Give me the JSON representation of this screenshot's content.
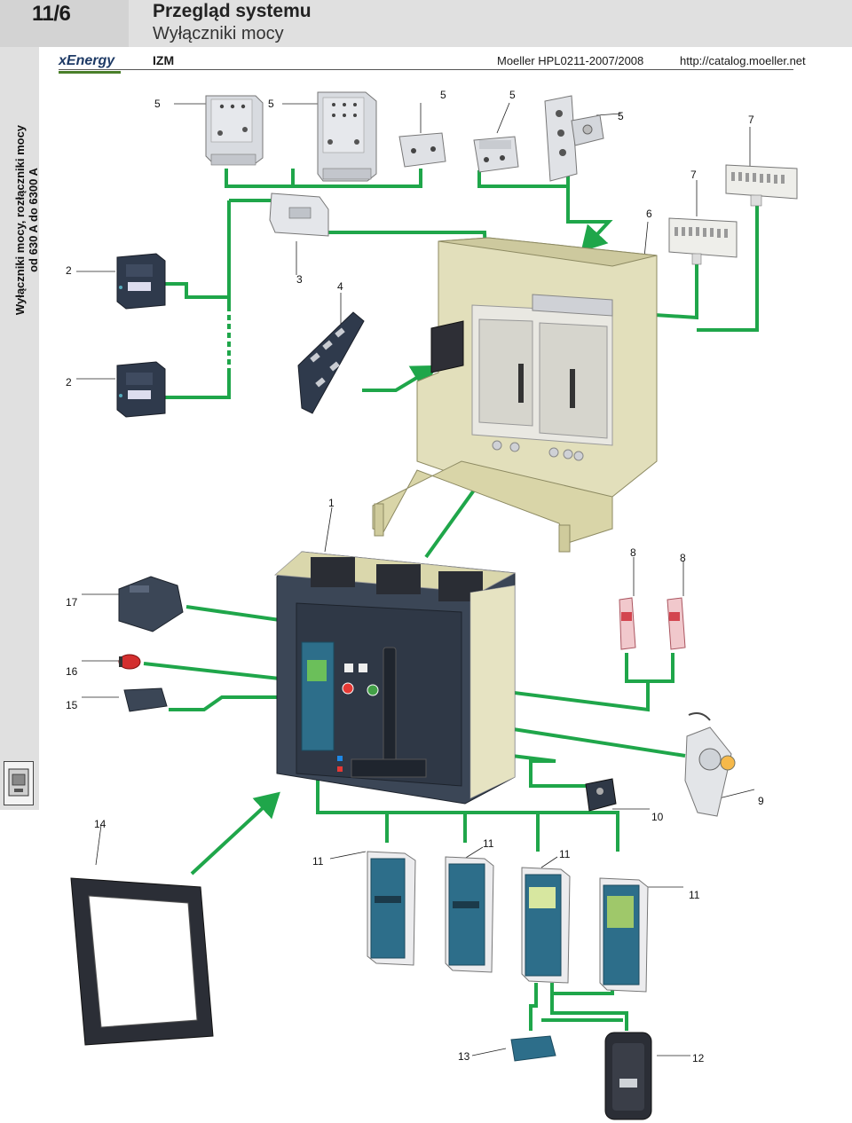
{
  "header": {
    "page_number": "11/6",
    "title": "Przegląd systemu",
    "subtitle": "Wyłączniki mocy"
  },
  "subheader": {
    "brand": "xEnergy",
    "series": "IZM",
    "catalog": "Moeller HPL0211-2007/2008",
    "url": "http://catalog.moeller.net"
  },
  "sidebar": {
    "line1": "Wyłączniki mocy, rozłączniki mocy",
    "line2": "od 630 A do 6300 A",
    "icon": "breaker-thumbnail-icon"
  },
  "callouts": {
    "c1": "1",
    "c2a": "2",
    "c2b": "2",
    "c3": "3",
    "c4": "4",
    "c5a": "5",
    "c5b": "5",
    "c5c": "5",
    "c5d": "5",
    "c5e": "5",
    "c6": "6",
    "c7a": "7",
    "c7b": "7",
    "c8a": "8",
    "c8b": "8",
    "c9": "9",
    "c10": "10",
    "c11a": "11",
    "c11b": "11",
    "c11c": "11",
    "c11d": "11",
    "c12": "12",
    "c13": "13",
    "c14": "14",
    "c15": "15",
    "c16": "16",
    "c17": "17"
  },
  "colors": {
    "header_bg": "#e0e0e0",
    "connector_green": "#1fa64a",
    "breaker_body": "#3b4656",
    "frame_beige": "#dcd9b0",
    "trip_unit_teal": "#2d6e8a"
  }
}
